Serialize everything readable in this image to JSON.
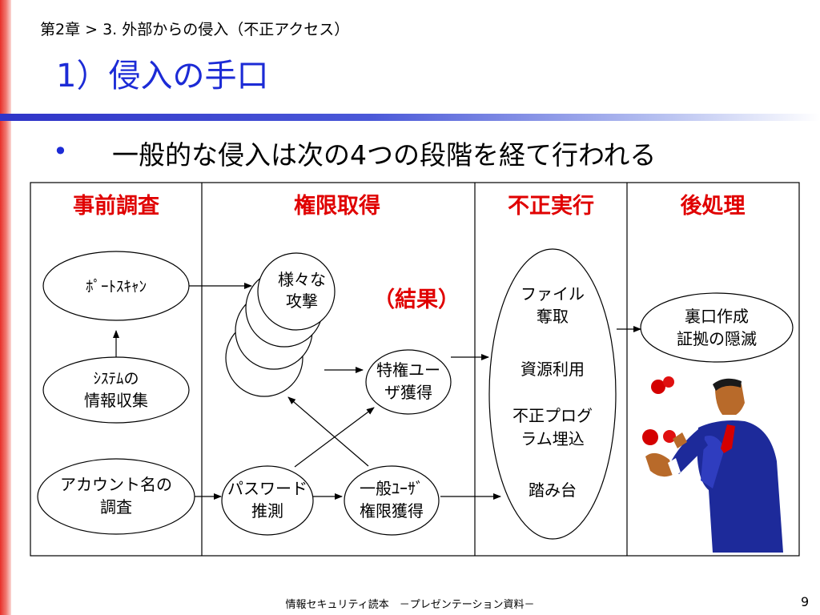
{
  "header": {
    "breadcrumb": "第2章 > 3. 外部からの侵入（不正アクセス）",
    "title": "1）侵入の手口"
  },
  "bullet": {
    "marker": "•",
    "text": "一般的な侵入は次の4つの段階を経て行われる"
  },
  "diagram": {
    "columns": [
      "事前調査",
      "権限取得",
      "不正実行",
      "後処理"
    ],
    "result_label": "（結果）",
    "nodes": {
      "port_scan": [
        "ﾎﾟｰﾄｽｷｬﾝ"
      ],
      "system_info": [
        "ｼｽﾃﾑの",
        "情報収集"
      ],
      "account_survey": [
        "アカウント名の",
        "調査"
      ],
      "attacks": [
        "様々な",
        "攻撃"
      ],
      "privileged_user": [
        "特権ユー",
        "ザ獲得"
      ],
      "password_guess": [
        "パスワード",
        "推測"
      ],
      "general_user": [
        "一般ﾕｰｻﾞ",
        "権限獲得"
      ],
      "execution": [
        "ファイル",
        "奪取",
        "",
        "資源利用",
        "",
        "不正プログ",
        "ラム埋込",
        "",
        "踏み台"
      ],
      "cleanup": [
        "裏口作成",
        "証拠の隠滅"
      ]
    },
    "accent_color": "#e00000",
    "clipart_icon": "juggling-businessman-clipart"
  },
  "footer": {
    "text": "情報セキュリティ読本　－プレゼンテーション資料－",
    "page": "9"
  },
  "colors": {
    "title": "#1c2bd6",
    "accent": "#e00000",
    "rule": "#2f34c8"
  }
}
